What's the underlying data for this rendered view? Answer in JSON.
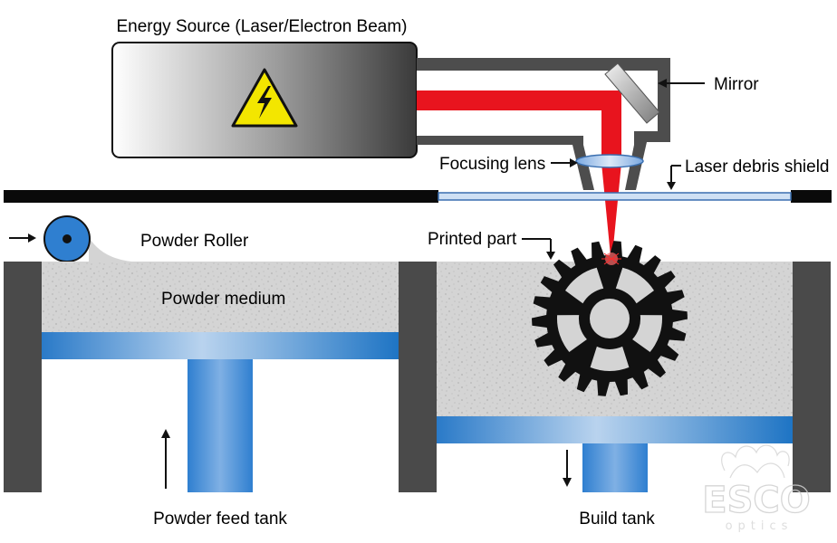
{
  "labels": {
    "energy_source": "Energy Source (Laser/Electron Beam)",
    "mirror": "Mirror",
    "focusing_lens": "Focusing lens",
    "laser_debris_shield": "Laser debris shield",
    "powder_roller": "Powder Roller",
    "printed_part": "Printed part",
    "powder_medium": "Powder medium",
    "powder_feed_tank": "Powder feed tank",
    "build_tank": "Build tank"
  },
  "watermark": {
    "brand": "ESCO",
    "sub": "optics"
  },
  "icons": [
    "high-voltage-warning-icon",
    "arrow-right-icon",
    "arrow-up-icon",
    "arrow-down-icon"
  ],
  "colors": {
    "laser": "#e8141e",
    "piston_blue": "#2f7fd0",
    "wall": "#4a4a4a",
    "powder": "#d4d4d4",
    "warning_yellow": "#f3e600"
  }
}
